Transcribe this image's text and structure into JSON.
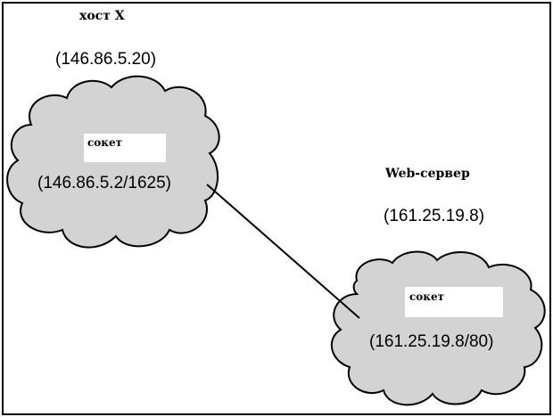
{
  "host": {
    "label": "хост X",
    "ip": "(146.86.5.20)",
    "socket_label": "сокет",
    "socket_addr": "(146.86.5.2/1625)"
  },
  "server": {
    "label": "Web-сервер",
    "ip": "(161.25.19.8)",
    "socket_label": "сокет",
    "socket_addr": "(161.25.19.8/80)"
  },
  "colors": {
    "cloud_fill": "#d3d3d3",
    "stroke": "#000000",
    "background": "#ffffff"
  }
}
